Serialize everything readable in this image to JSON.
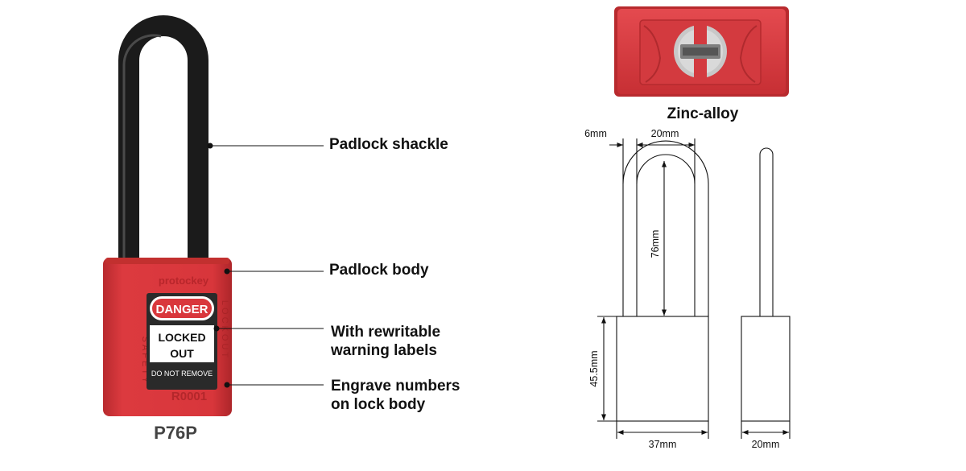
{
  "callouts": {
    "shackle": "Padlock shackle",
    "body": "Padlock body",
    "labels_line1": "With rewritable",
    "labels_line2": "warning labels",
    "engrave_line1": "Engrave numbers",
    "engrave_line2": "on lock body"
  },
  "product": {
    "model": "P76P",
    "brand": "protockey",
    "danger": "DANGER",
    "locked": "LOCKED",
    "out": "OUT",
    "do_not_remove": "DO NOT REMOVE",
    "serial": "R0001",
    "side_left": "SAFETY",
    "side_right": "LOCKOUT"
  },
  "key_cylinder": {
    "material": "Zinc-alloy"
  },
  "dimensions": {
    "shackle_diameter": "6mm",
    "shackle_inner_width": "20mm",
    "shackle_clearance": "76mm",
    "body_height": "45.5mm",
    "body_width": "37mm",
    "body_depth": "20mm"
  },
  "colors": {
    "body_red": "#d9373c",
    "shackle_black": "#1b1b1b",
    "label_dark": "#2a2a2a"
  }
}
